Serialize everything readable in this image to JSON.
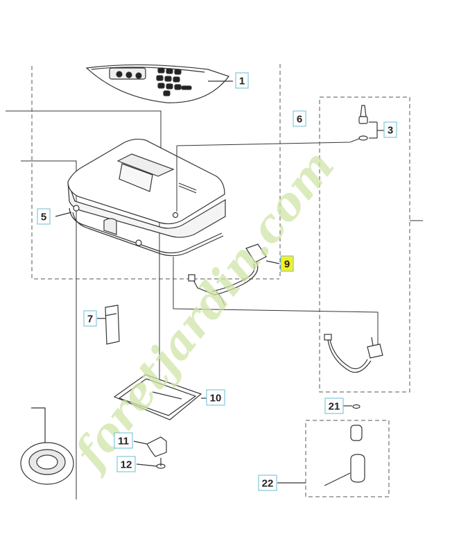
{
  "diagram": {
    "callouts": [
      {
        "id": "c1",
        "label": "1"
      },
      {
        "id": "c3",
        "label": "3"
      },
      {
        "id": "c5",
        "label": "5"
      },
      {
        "id": "c6",
        "label": "6"
      },
      {
        "id": "c7",
        "label": "7"
      },
      {
        "id": "c9",
        "label": "9"
      },
      {
        "id": "c10",
        "label": "10"
      },
      {
        "id": "c11",
        "label": "11"
      },
      {
        "id": "c12",
        "label": "12"
      },
      {
        "id": "c21",
        "label": "21"
      },
      {
        "id": "c22",
        "label": "22"
      }
    ],
    "highlight_callout": "9",
    "colors": {
      "line": "#333333",
      "dash": "#555555",
      "callout_border": "#7fc8d8",
      "highlight_fill": "#f5f020",
      "watermark_green": "#cfe5a8",
      "watermark_orange": "#f5cfa0"
    }
  },
  "watermark": {
    "text": "foretjardin.com"
  }
}
